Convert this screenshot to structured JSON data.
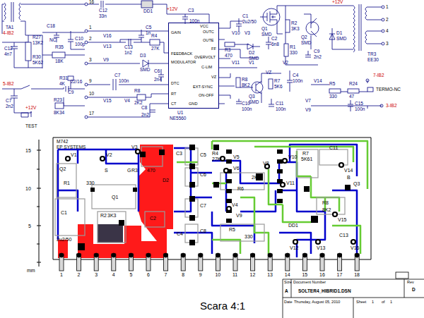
{
  "diagram": {
    "nodes": [
      {
        "text": [
          "GAIN",
          "FEEDBACK",
          "MODULATOR",
          "DTC",
          "RT",
          "CT",
          "VCC",
          "OUTC",
          "OUTE",
          "FF",
          "OVERVOLT",
          "C-LIM",
          "VZ",
          "EXT-SYNC",
          "ON-OFF",
          "GND"
        ]
      },
      {
        "text": [
          "Size",
          "A",
          "Document Number",
          "SOLTER4_HIBRID1.DSN",
          "Rev",
          "D",
          "Date",
          "Thursday, August 05, 2010",
          "Sheet",
          "1",
          "of",
          "1"
        ]
      }
    ],
    "labels": [
      "TA1",
      "4-IB2",
      "C12",
      "4n7",
      "R27",
      "13K2",
      "R30",
      "5K62",
      "C18",
      "NC",
      "C10",
      "100p",
      "R35",
      "18K",
      "5-IB2",
      "C7",
      "2n2",
      "+12V",
      "TEST",
      "R31",
      "4K",
      "C9",
      "22/16",
      "R23",
      "8K34",
      "16",
      "1",
      "2",
      "3",
      "9",
      "10",
      "17",
      "C12",
      "33n",
      "DD1",
      "C5",
      "1n",
      "V16",
      "V13",
      "V9",
      "C13",
      "1n2",
      "R4",
      "27K",
      "D3",
      "SMD",
      "C6",
      "2n4",
      "R8",
      "2K2",
      "C7",
      "100n",
      "V15",
      "V4",
      "C8",
      "2n2",
      "+12V",
      "C3",
      "100n",
      "U1",
      "NE5560",
      "C1",
      "2u2/50",
      "V10",
      "V3",
      "R3",
      "470",
      "D2",
      "SMD",
      "V11",
      "V1",
      "Q1",
      "SMD",
      "R2",
      "3K3",
      "Q2",
      "SMD",
      "C2",
      "6n8",
      "R1",
      "330",
      "C9",
      "2n2",
      "+12V",
      "D1",
      "SMD",
      "1",
      "2",
      "4",
      "3",
      "TR3",
      "EE30",
      "VZ",
      "V2",
      "R8",
      "8K2",
      "Q3",
      "SMD",
      "R7",
      "5K6",
      "C4",
      "100n",
      "C10",
      "100n",
      "C11",
      "100n",
      "V14",
      "R5",
      "330",
      "R24",
      "47",
      "TERMO-NC",
      "7-IB2",
      "V7",
      "V9",
      "C15",
      "100n",
      "3-IB2",
      "M742",
      "EP SYSTEMS",
      "15",
      "10",
      "5",
      "mm",
      "V1",
      "V2",
      "V3",
      "Q2",
      "S",
      "G",
      "R1",
      "330",
      "Q1",
      "R3",
      "470",
      "D2",
      "C3",
      "C1",
      "2u2/50",
      "R2",
      "3K3",
      "C2",
      "C4",
      "C5",
      "C6",
      "C7",
      "C8",
      "R4",
      "27K",
      "V5",
      "V6",
      "2K2",
      "R6",
      "V8",
      "V10",
      "V11",
      "R7",
      "5K61",
      "C11",
      "V14",
      "B",
      "Q3",
      "V4",
      "V9",
      "R5",
      "330",
      "DD1",
      "V15",
      "R8",
      "8K2",
      "V12",
      "V13",
      "C13",
      "V16",
      "1",
      "2",
      "3",
      "4",
      "5",
      "6",
      "7",
      "8",
      "9",
      "10",
      "11",
      "12",
      "13",
      "14",
      "15",
      "16",
      "17",
      "18",
      "Scara 4:1"
    ]
  }
}
